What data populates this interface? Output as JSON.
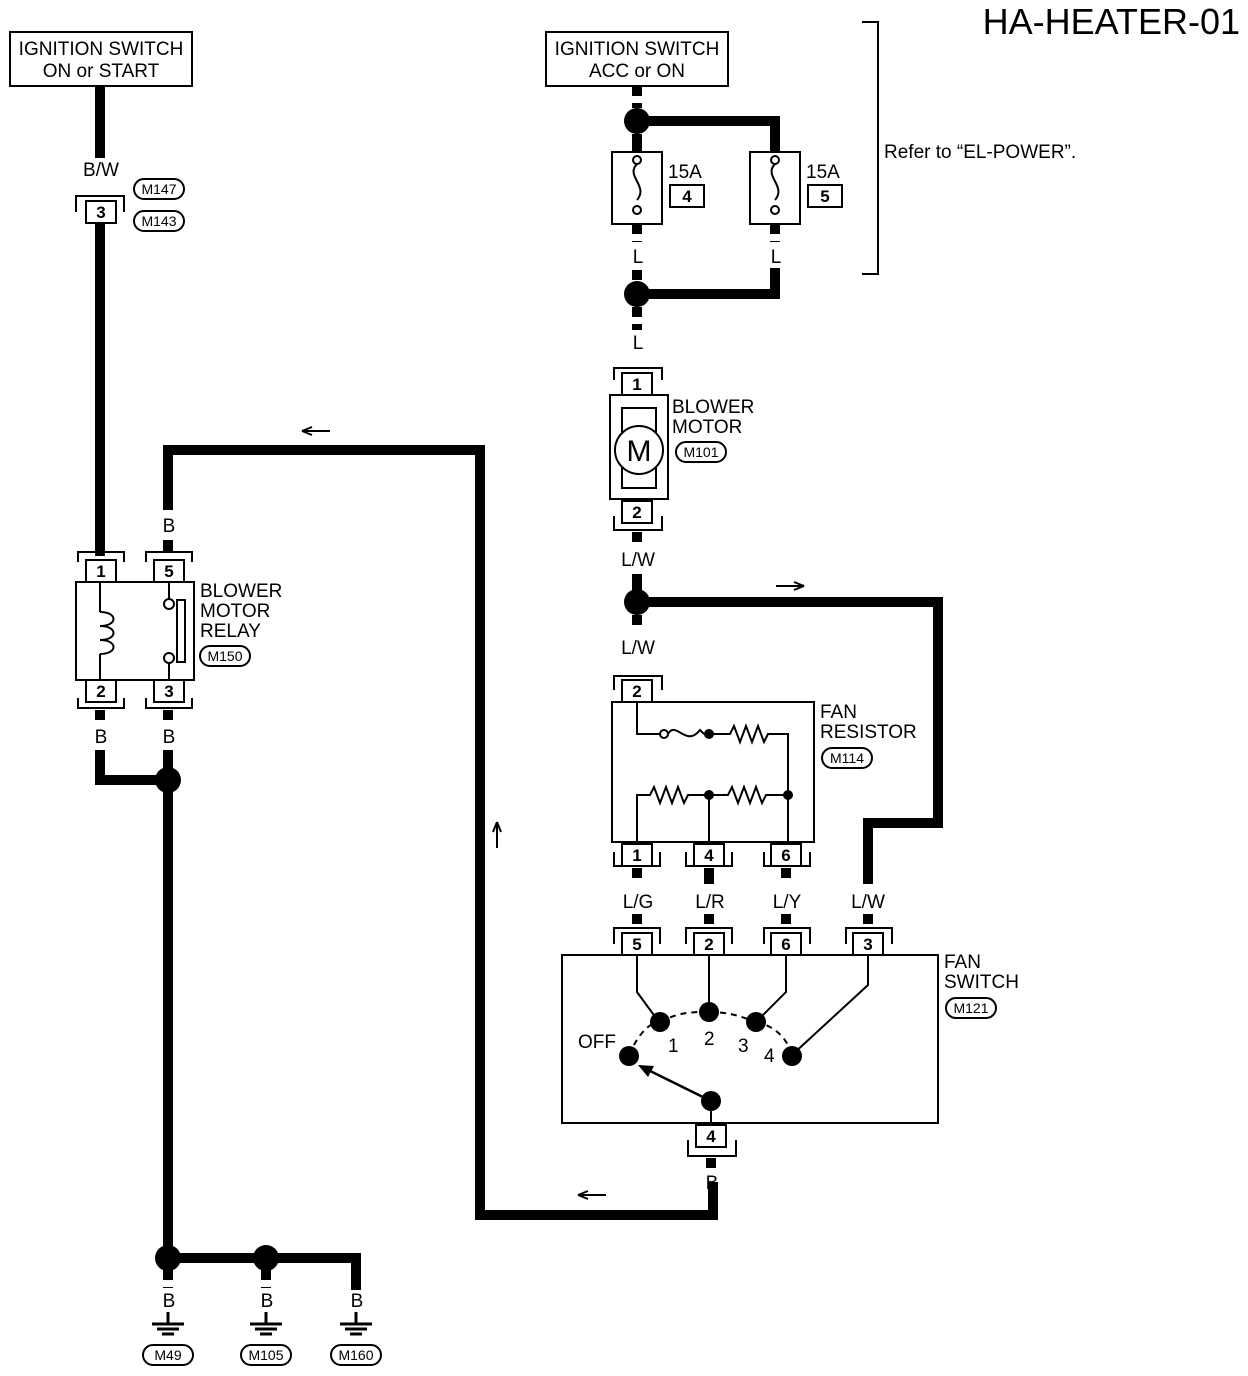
{
  "title": "HA-HEATER-01",
  "sources": {
    "ign_on_start": [
      "IGNITION SWITCH",
      "ON or START"
    ],
    "ign_acc_on": [
      "IGNITION SWITCH",
      "ACC or ON"
    ]
  },
  "fuses": [
    {
      "amps": "15A",
      "number": "4"
    },
    {
      "amps": "15A",
      "number": "5"
    }
  ],
  "refer_note": "Refer to “EL-POWER”.",
  "connectors": {
    "c_m147": "M147",
    "c_m143": "M143",
    "c_m101": "M101",
    "c_m150": "M150",
    "c_m114": "M114",
    "c_m121": "M121",
    "c_m49": "M49",
    "c_m105": "M105",
    "c_m160": "M160"
  },
  "components": {
    "blower_motor": [
      "BLOWER",
      "MOTOR"
    ],
    "motor_symbol": "M",
    "relay": [
      "BLOWER",
      "MOTOR",
      "RELAY"
    ],
    "fan_resistor": [
      "FAN",
      "RESISTOR"
    ],
    "fan_switch": [
      "FAN",
      "SWITCH"
    ]
  },
  "wire_colors": {
    "bw": "B/W",
    "l1": "L",
    "l2": "L",
    "l3": "L",
    "lw1": "L/W",
    "lw2": "L/W",
    "lw3": "L/W",
    "b_relay5": "B",
    "b_relay2": "B",
    "b_relay3": "B",
    "lg": "L/G",
    "lr": "L/R",
    "ly": "L/Y",
    "b_switch4": "B",
    "b_g1": "B",
    "b_g2": "B",
    "b_g3": "B"
  },
  "pins": {
    "p_m143_3": "3",
    "p_motor_1": "1",
    "p_motor_2": "2",
    "p_relay_1": "1",
    "p_relay_5": "5",
    "p_relay_2": "2",
    "p_relay_3": "3",
    "p_res_2": "2",
    "p_res_1": "1",
    "p_res_4": "4",
    "p_res_6": "6",
    "p_sw_5": "5",
    "p_sw_2": "2",
    "p_sw_6": "6",
    "p_sw_3": "3",
    "p_sw_4": "4"
  },
  "switch_positions": {
    "off": "OFF",
    "s1": "1",
    "s2": "2",
    "s3": "3",
    "s4": "4"
  },
  "colors": {
    "ink": "#000000",
    "paper": "#ffffff"
  }
}
